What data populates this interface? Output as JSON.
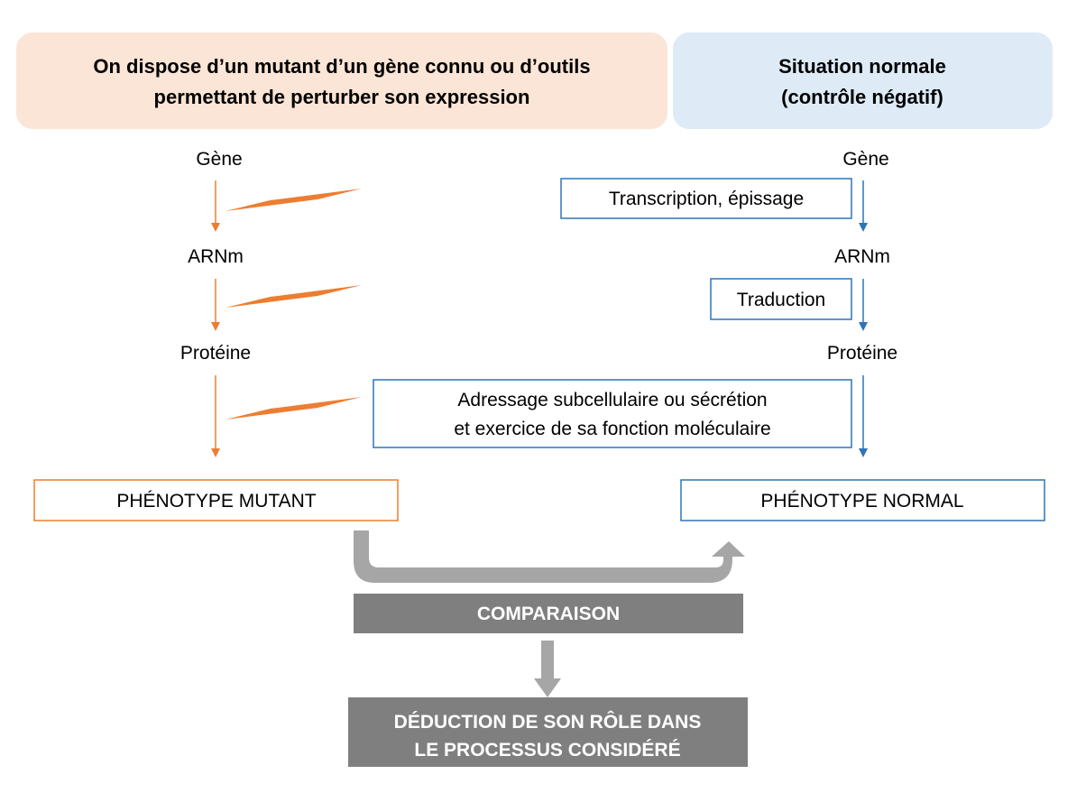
{
  "colors": {
    "mutant_accent": "#ed7d31",
    "normal_accent": "#2e75b6",
    "mutant_header_bg": "#fbe5d6",
    "normal_header_bg": "#deebf7",
    "gray_arrow": "#a6a6a6",
    "gray_box": "#7f7f7f"
  },
  "icons": {
    "perturbation": "lightning-bolt-icon"
  },
  "mutant": {
    "header_line1": "On dispose d’un mutant d’un gène connu ou d’outils",
    "header_line2": "permettant de perturber son expression",
    "steps": [
      "Gène",
      "ARNm",
      "Protéine"
    ],
    "phenotype": "PHÉNOTYPE MUTANT"
  },
  "normal": {
    "header_line1": "Situation normale",
    "header_line2": "(contrôle négatif)",
    "steps": [
      "Gène",
      "ARNm",
      "Protéine"
    ],
    "process_transcription": "Transcription, épissage",
    "process_translation": "Traduction",
    "process_function_line1": "Adressage subcellulaire ou sécrétion",
    "process_function_line2": "et exercice de sa fonction moléculaire",
    "phenotype": "PHÉNOTYPE NORMAL"
  },
  "comparison": {
    "label": "COMPARAISON"
  },
  "deduction": {
    "line1": "DÉDUCTION DE SON RÔLE DANS",
    "line2": "LE PROCESSUS CONSIDÉRÉ"
  }
}
